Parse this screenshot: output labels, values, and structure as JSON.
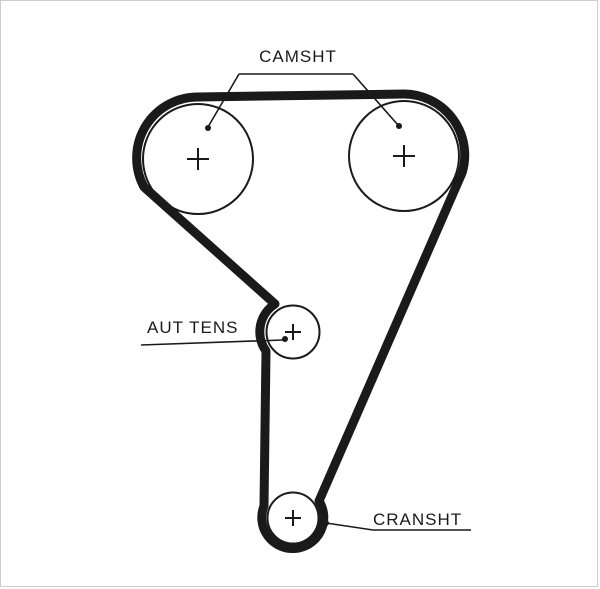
{
  "canvas": {
    "background": "#ffffff",
    "border_color": "#cccccc",
    "line_color": "#1a1a1a"
  },
  "diagram": {
    "kind": "timing-belt-routing-diagram",
    "labels": {
      "camshaft": "CAMSHT",
      "auto_tensioner": "AUT TENS",
      "crankshaft": "CRANSHT"
    }
  }
}
